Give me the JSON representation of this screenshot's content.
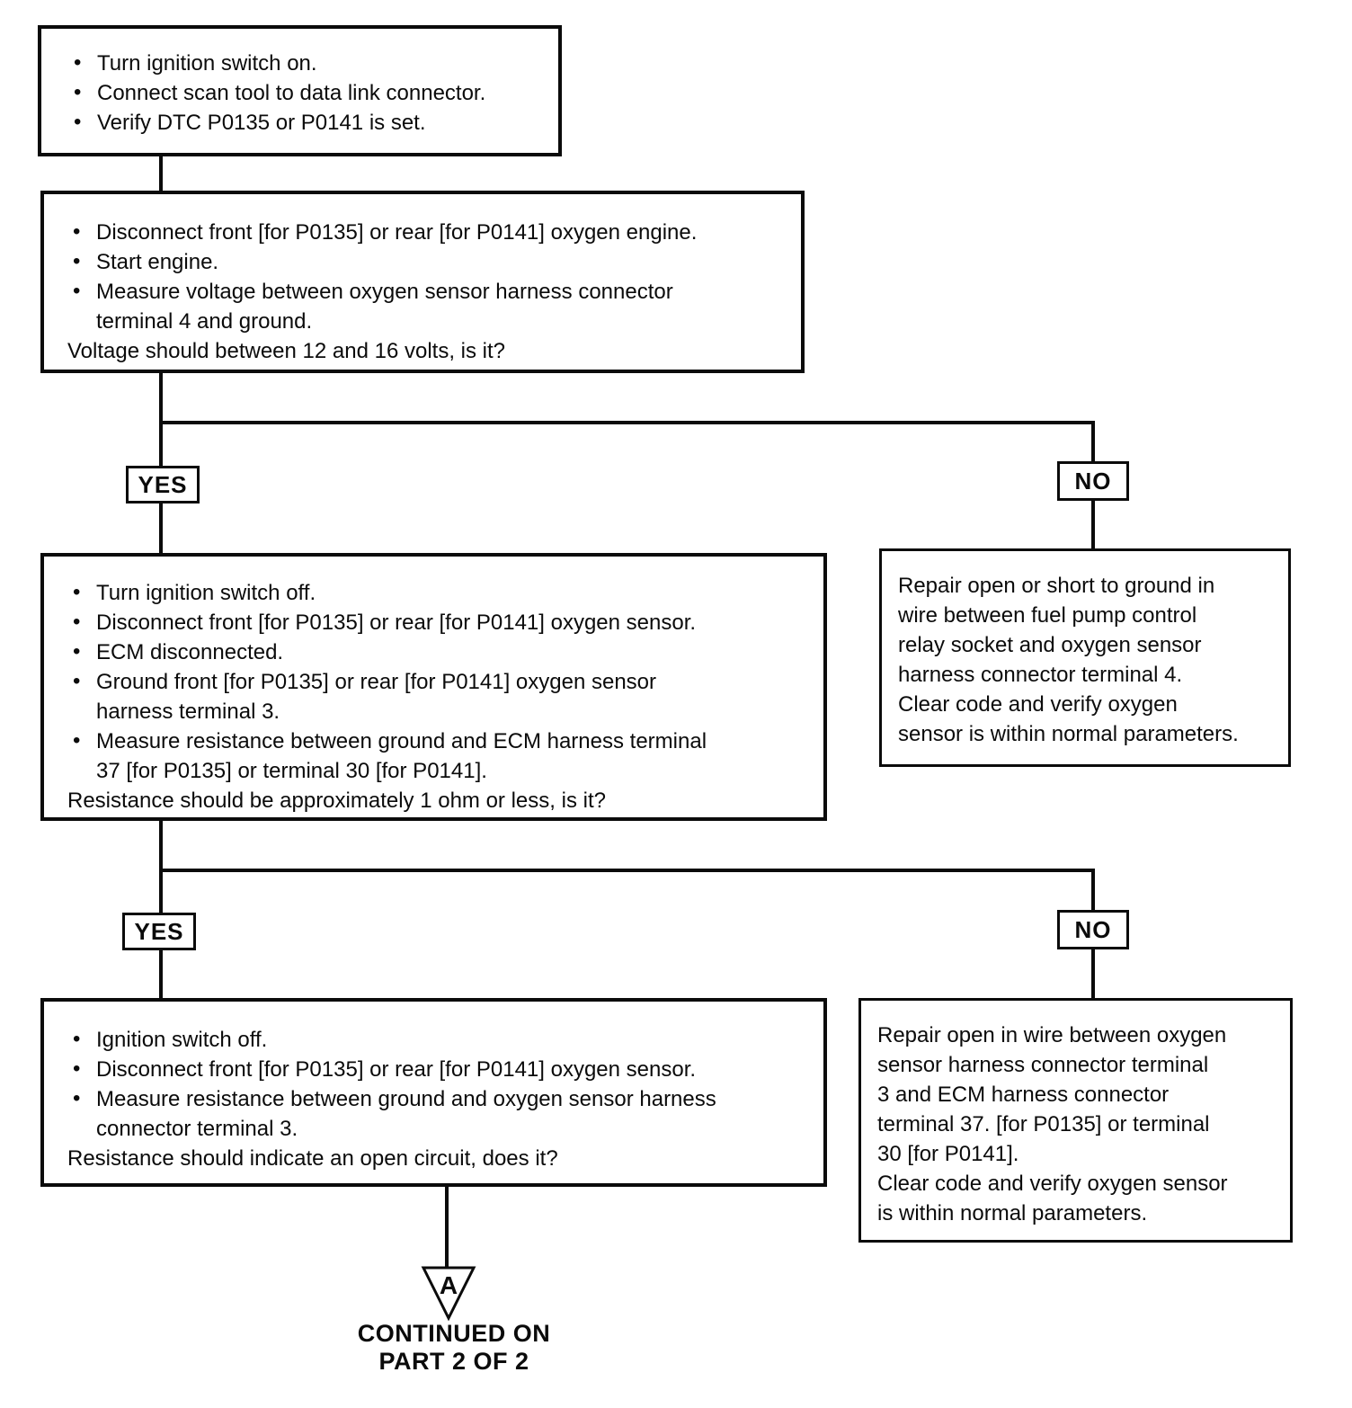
{
  "page": {
    "background": "#ffffff",
    "ink": "#0b0b0b"
  },
  "flowchart": {
    "step1": {
      "bullets": [
        "Turn ignition switch on.",
        "Connect scan tool to data link connector.",
        "Verify DTC P0135 or P0141 is set."
      ]
    },
    "step2": {
      "bullets": [
        "Disconnect front [for P0135] or rear [for P0141] oxygen engine.",
        "Start engine.",
        "Measure voltage between oxygen sensor harness connector\nterminal 4 and ground."
      ],
      "question": "Voltage should between 12 and 16 volts, is it?"
    },
    "branch1": {
      "yes_label": "YES",
      "no_label": "NO"
    },
    "step3": {
      "bullets": [
        "Turn ignition  switch off.",
        "Disconnect front [for P0135] or rear [for P0141] oxygen sensor.",
        "ECM disconnected.",
        "Ground front  [for P0135] or rear [for P0141] oxygen sensor\nharness terminal 3.",
        "Measure resistance between ground and ECM harness terminal\n37 [for P0135] or terminal 30 [for P0141]."
      ],
      "question": "Resistance should be approximately 1 ohm or less, is it?"
    },
    "repair1": {
      "text": "Repair open or short to ground in\nwire between fuel pump control\nrelay socket and oxygen sensor\nharness connector terminal 4.\nClear code and verify oxygen\nsensor is within normal parameters."
    },
    "branch2": {
      "yes_label": "YES",
      "no_label": "NO"
    },
    "step4": {
      "bullets": [
        "Ignition switch off.",
        "Disconnect front [for P0135] or rear [for P0141] oxygen sensor.",
        "Measure resistance between ground and oxygen sensor harness\nconnector terminal 3.",
        "Resistance should indicate an open circuit, does it?"
      ],
      "question": "Resistance should indicate an open circuit, does it?"
    },
    "repair2": {
      "text": "Repair open in wire between oxygen\nsensor harness connector terminal\n3 and ECM harness connector\nterminal 37. [for P0135] or terminal\n30 [for P0141].\nClear code and verify oxygen sensor\nis within normal parameters."
    },
    "offpage": {
      "label": "A",
      "caption": "CONTINUED ON\nPART 2 OF 2"
    }
  }
}
